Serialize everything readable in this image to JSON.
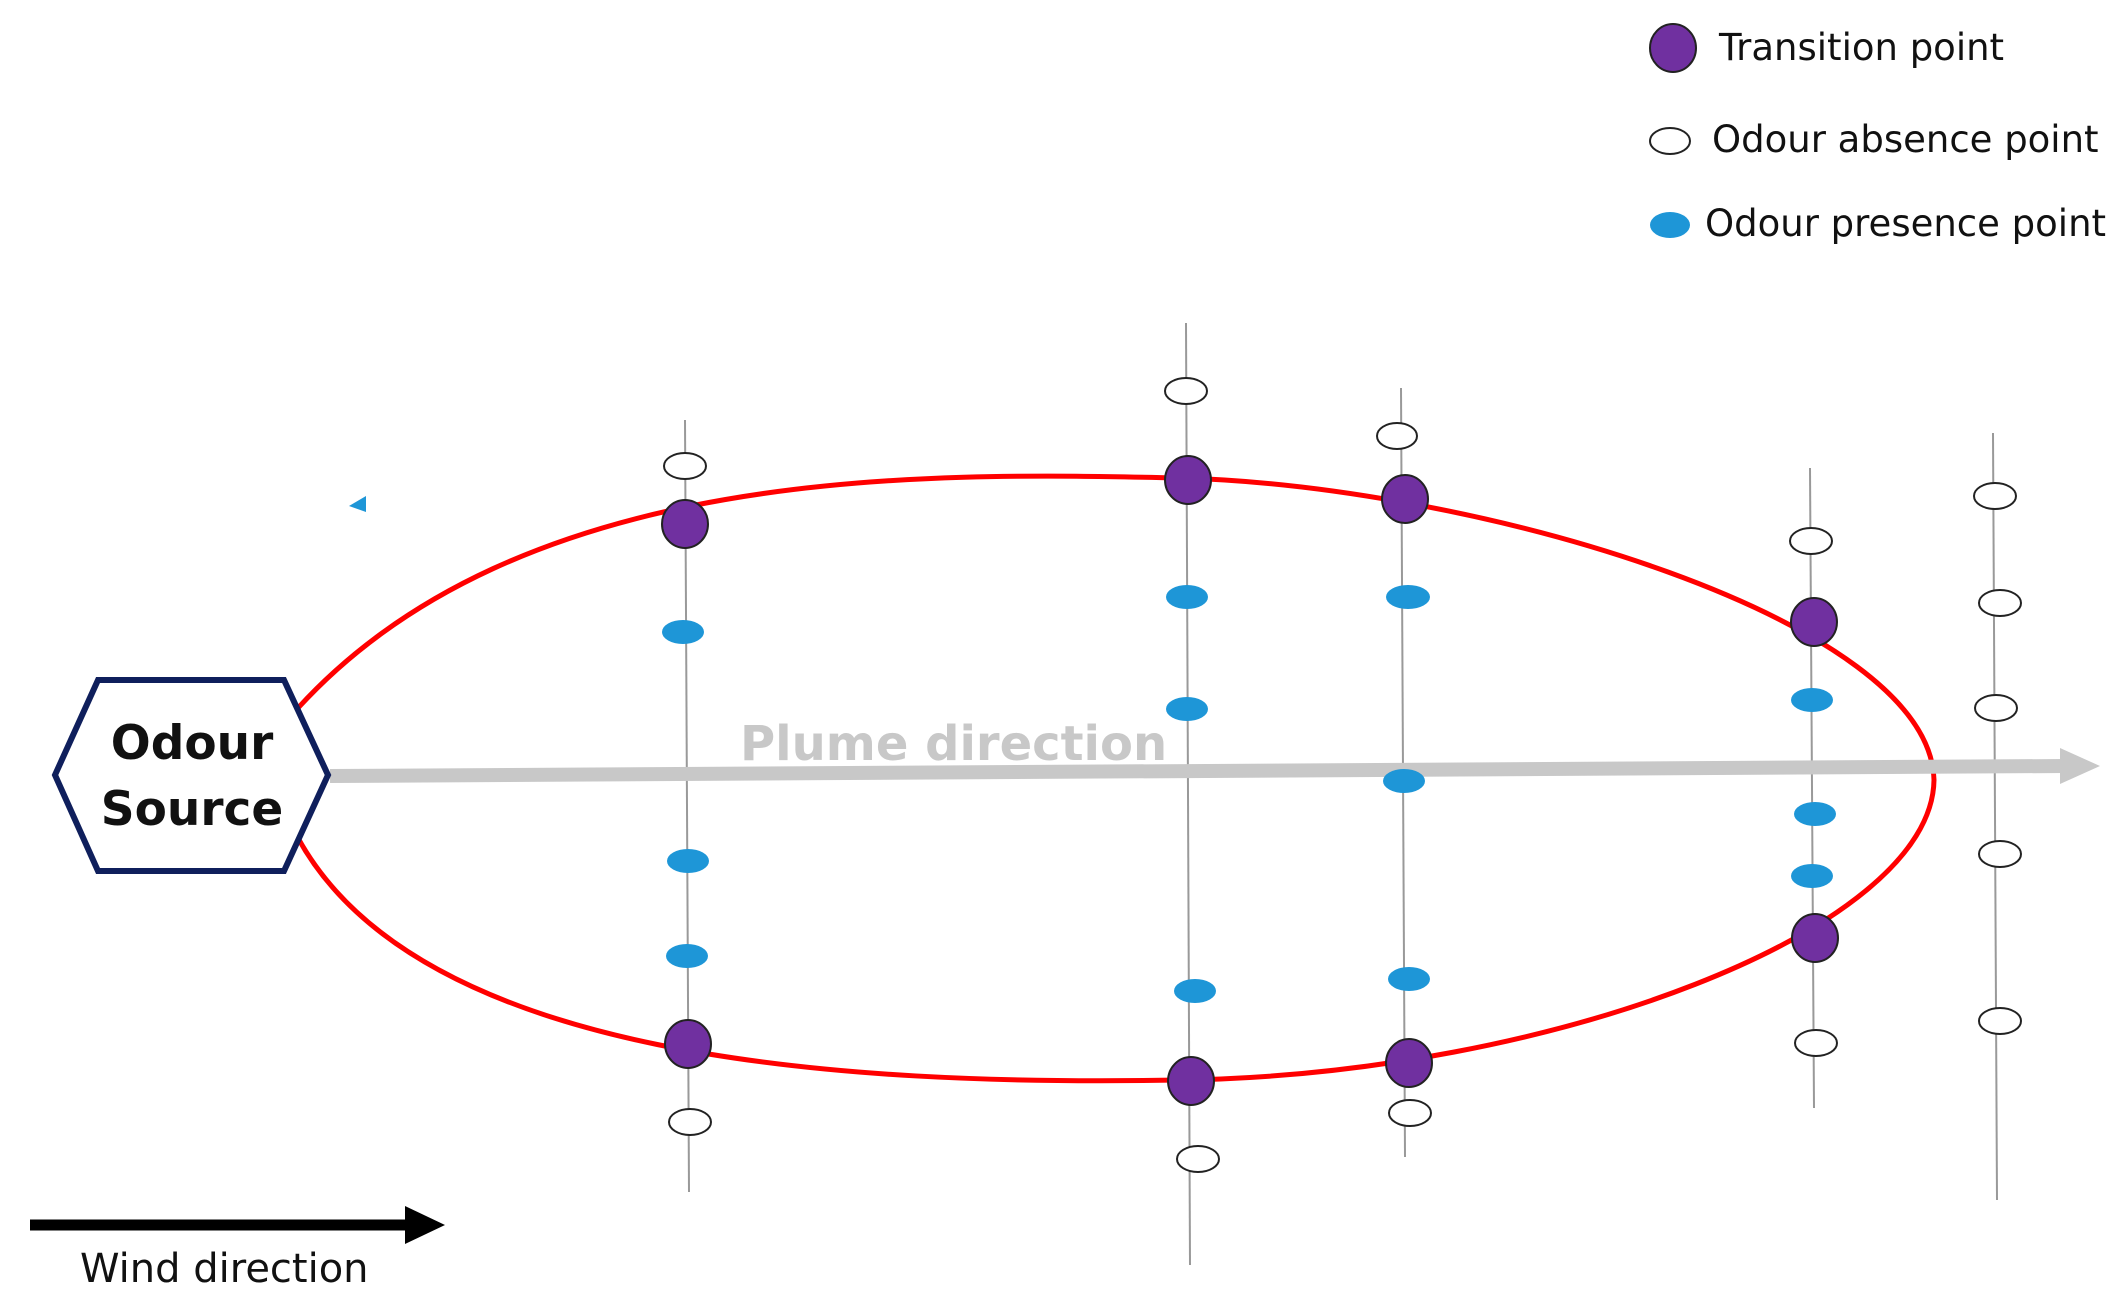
{
  "legend": {
    "transition_label": "Transition point",
    "absence_label": "Odour absence point",
    "presence_label": "Odour presence point"
  },
  "source": {
    "line1": "Odour",
    "line2": "Source"
  },
  "plume_label": "Plume direction",
  "wind_label": "Wind direction",
  "colors": {
    "transition": "#7030a0",
    "presence": "#1e96d7",
    "absence": "#ffffff",
    "plume_boundary": "#ff0000",
    "plume_arrow": "#c8c8c8",
    "source_border": "#0f1f5c",
    "wind_arrow": "#000000",
    "transect_line": "#999999"
  }
}
